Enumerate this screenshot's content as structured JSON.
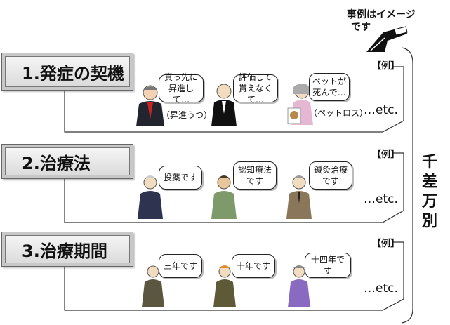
{
  "note": {
    "line1": "事例はイメージ",
    "line2": "です"
  },
  "side_label": [
    "千",
    "差",
    "万",
    "別"
  ],
  "sections": [
    {
      "title": "1.発症の契機",
      "tag": "【例】",
      "etc": "…etc.",
      "bubbles": [
        "真っ先に\n昇進して…",
        "評価して\n貰えなくて…",
        "ペットが\n死んで…"
      ],
      "captions": [
        "（昇進うつ）",
        "（ペットロス）"
      ]
    },
    {
      "title": "2.治療法",
      "tag": "【例】",
      "etc": "…etc.",
      "bubbles": [
        "投薬です",
        "認知療法\nです",
        "鍼灸治療\nです"
      ]
    },
    {
      "title": "3.治療期間",
      "tag": "【例】",
      "etc": "…etc.",
      "bubbles": [
        "三年です",
        "十年です",
        "十四年です"
      ]
    }
  ],
  "colors": {
    "frame": "#333333",
    "label_bg": "#e4e4e4"
  }
}
